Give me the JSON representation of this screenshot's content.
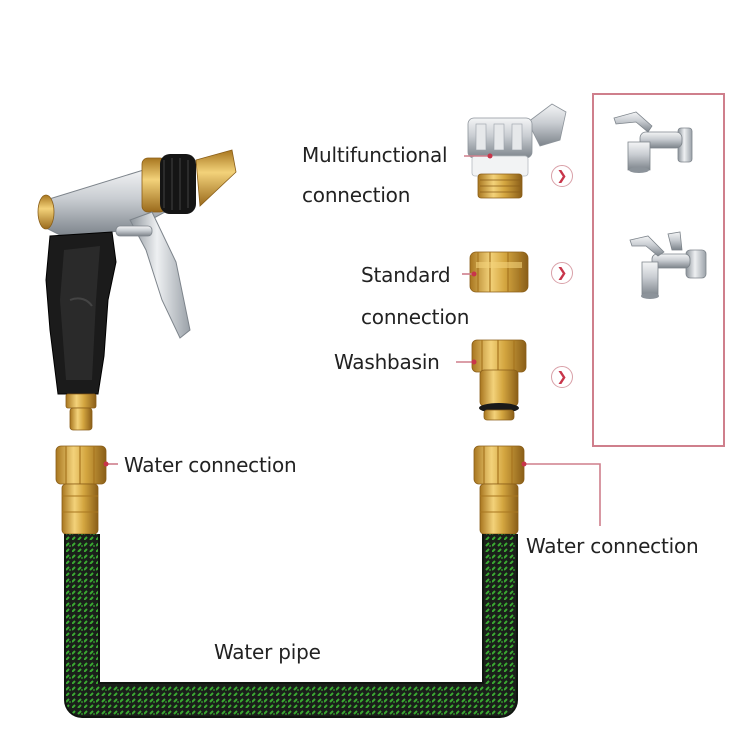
{
  "labels": {
    "multifunctional_line1": "Multifunctional",
    "multifunctional_line2": "connection",
    "standard_line1": "Standard",
    "standard_line2": "connection",
    "washbasin": "Washbasin",
    "water_connection_left": "Water connection",
    "water_connection_right": "Water connection",
    "water_pipe": "Water pipe"
  },
  "icons": [
    "spray-gun-icon",
    "multifunctional-adapter-icon",
    "standard-adapter-icon",
    "washbasin-adapter-icon",
    "faucet-icon",
    "wall-faucet-icon",
    "chevron-right-icon",
    "brass-fitting-icon",
    "hose-icon"
  ],
  "colors": {
    "brass": "#d4a640",
    "hose_black": "#1a1f1a",
    "hose_green": "#3aa832",
    "accent_red": "#c8354a",
    "leader_pink": "#cf7f8c",
    "silver": "#c9cdd2"
  }
}
